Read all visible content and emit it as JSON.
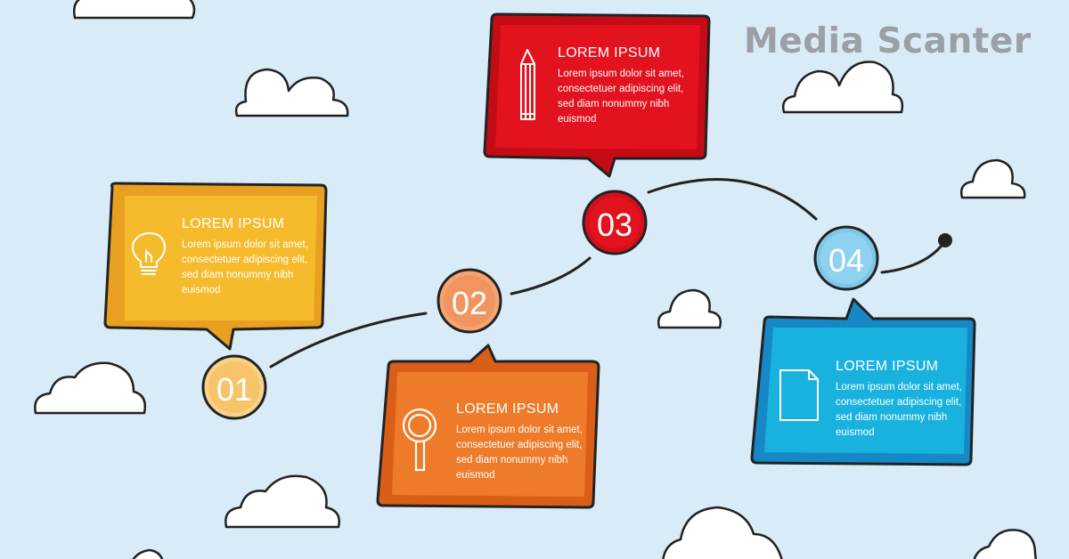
{
  "brand": "Media Scanter",
  "colors": {
    "background": "#d8ebf6",
    "step1": "#f6bb2c",
    "step2": "#ee7b2a",
    "step3": "#e2121e",
    "step4": "#1aa8d8"
  },
  "steps": [
    {
      "number": "01",
      "title": "LOREM IPSUM",
      "text": "Lorem ipsum dolor sit amet, consectetuer adipiscing elit, sed diam nonummy nibh euismod",
      "icon": "lightbulb-icon"
    },
    {
      "number": "02",
      "title": "LOREM IPSUM",
      "text": "Lorem ipsum dolor sit amet, consectetuer adipiscing elit, sed diam nonummy nibh euismod",
      "icon": "magnifier-icon"
    },
    {
      "number": "03",
      "title": "LOREM IPSUM",
      "text": "Lorem ipsum dolor sit amet, consectetuer adipiscing elit, sed diam nonummy nibh euismod",
      "icon": "pencil-icon"
    },
    {
      "number": "04",
      "title": "LOREM IPSUM",
      "text": "Lorem ipsum dolor sit amet, consectetuer adipiscing elit, sed diam nonummy nibh euismod",
      "icon": "document-icon"
    }
  ]
}
